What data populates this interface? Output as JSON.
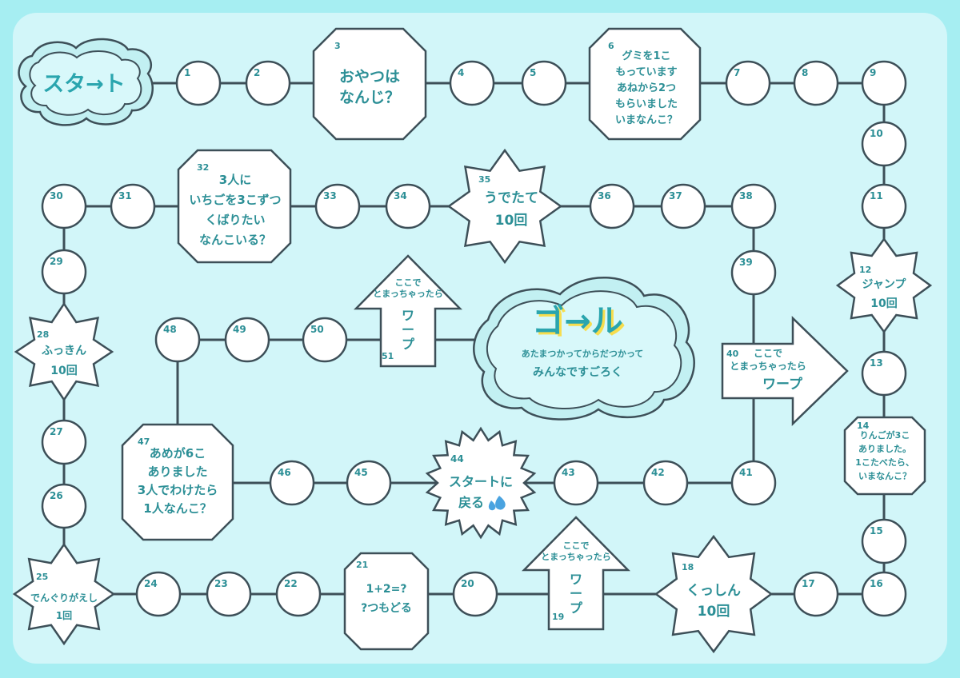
{
  "start": "スタ→ト",
  "goal": {
    "title": "ゴ→ル",
    "line1": "あたまつかってからだつかって",
    "line2": "みんなですごろく"
  },
  "circles": [
    "1",
    "2",
    "4",
    "5",
    "7",
    "8",
    "9",
    "10",
    "11",
    "13",
    "15",
    "16",
    "17",
    "20",
    "22",
    "23",
    "24",
    "26",
    "27",
    "29",
    "30",
    "31",
    "33",
    "34",
    "36",
    "37",
    "38",
    "39",
    "41",
    "42",
    "43",
    "45",
    "46",
    "48",
    "49",
    "50"
  ],
  "octagons": {
    "s3": {
      "num": "3",
      "lines": [
        "おやつは",
        "なんじ？"
      ]
    },
    "s6": {
      "num": "6",
      "lines": [
        "グミを1こ",
        "もっています",
        "あねから2つ",
        "もらいました",
        "いまなんこ？"
      ]
    },
    "s32": {
      "num": "32",
      "lines": [
        "3人に",
        "いちごを3こずつ",
        "くばりたい",
        "なんこいる？"
      ]
    },
    "s47": {
      "num": "47",
      "lines": [
        "あめが6こ",
        "ありました",
        "3人でわけたら",
        "1人なんこ？"
      ]
    },
    "s14": {
      "num": "14",
      "lines": [
        "りんごが3こ",
        "ありました。",
        "1こたべたら、",
        "いまなんこ？"
      ]
    },
    "s21": {
      "num": "21",
      "lines": [
        "1+2=?",
        "?つもどる"
      ]
    }
  },
  "stars": {
    "s35": {
      "num": "35",
      "lines": [
        "うでたて",
        "10回"
      ]
    },
    "s12": {
      "num": "12",
      "lines": [
        "ジャンプ",
        "10回"
      ]
    },
    "s28": {
      "num": "28",
      "lines": [
        "ふっきん",
        "10回"
      ]
    },
    "s25": {
      "num": "25",
      "lines": [
        "でんぐりがえし",
        "1回"
      ]
    },
    "s18": {
      "num": "18",
      "lines": [
        "くっしん",
        "10回"
      ]
    }
  },
  "burst": {
    "num": "44",
    "lines": [
      "スタートに",
      "戻る"
    ],
    "icon": "sweat-drops-icon"
  },
  "arrows": {
    "a51": {
      "num": "51",
      "lines": [
        "ここで",
        "とまっちゃったら"
      ],
      "warp": "ワープ"
    },
    "a40": {
      "num": "40",
      "lines": [
        "ここで",
        "とまっちゃったら"
      ],
      "warp": "ワープ"
    },
    "a19": {
      "num": "19",
      "lines": [
        "ここで",
        "とまっちゃったら"
      ],
      "warp": "ワープ"
    }
  },
  "colors": {
    "background": "#a6eef2",
    "panel": "#d2f6f9",
    "text": "#2c8f96",
    "outline": "#3d4f58",
    "cloud": "#c2f0f2"
  }
}
